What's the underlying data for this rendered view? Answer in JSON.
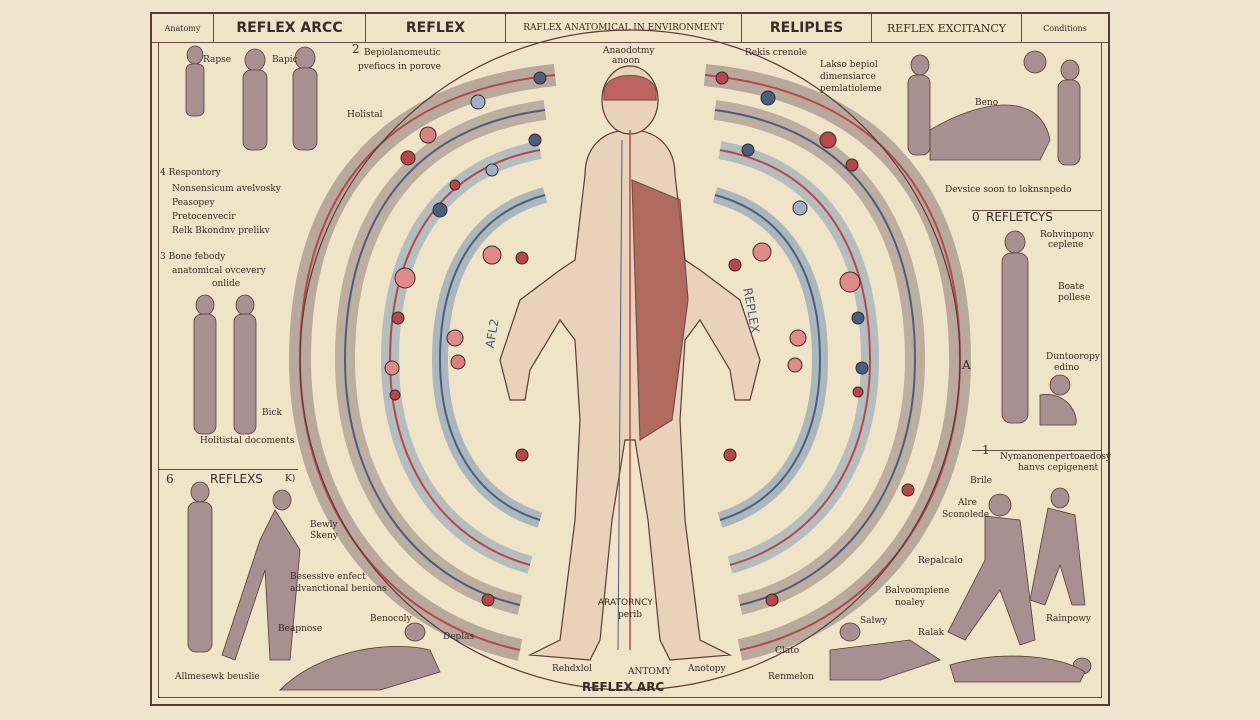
{
  "header": {
    "cell_1": "Anatomy",
    "cell_2": "REFLEX ARCC",
    "cell_3": "REFLEX",
    "cell_4": "RAFLEX ANATOMICAL IN ENVIRONMENT",
    "cell_5": "RELIPLES",
    "cell_6": "REFLEX EXCITANCY",
    "cell_7": "Conditions"
  },
  "left_panel": {
    "fig1_label_a": "Rapse",
    "fig1_label_b": "Bapic",
    "fig1_caption": "Holistal",
    "list_title": "4 Respontory",
    "list_items": [
      "Nonsensicum avelvosky",
      "Peasopey",
      "Pretocenvecir",
      "Relk Bkondnv prelikv"
    ],
    "section3_title": "3 Bone febody",
    "section3_sub": "anatomical ovcevery",
    "section3_sub2": "onlide",
    "fig2_caption": "Holitistal docoments",
    "fig2_tag": "Bick",
    "section6_num": "6",
    "section6_title": "REFLEXS",
    "section6_tag": "K)",
    "fig3_label_a": "Bewly",
    "fig3_label_b": "Skeny",
    "fig3_note_1": "Besessive enfect",
    "fig3_note_2": "advanctional benions",
    "fig3_label_c": "Beapnose",
    "fig3_label_d": "Benocoly",
    "fig3_label_e": "Deplas",
    "fig3_caption": "Allmesewk beuslie"
  },
  "center": {
    "note_top_left_num": "2",
    "note_top_left": "Bepiolanomeutic",
    "note_top_left_2": "pvefiocs in porove",
    "brain_label": "Anaodotmy",
    "brain_label_2": "anoon",
    "right_top_label": "Rekis crenole",
    "arc_left_text": "AFL2",
    "arc_right_text": "REPLEX",
    "anatomy_label": "ARATORNCY",
    "anatomy_label_2": "perib",
    "bottom_label_a": "Rehdxlol",
    "bottom_label_b": "ANTOMY",
    "bottom_label_c": "Anotopy",
    "footer_title": "REFLEX ARC"
  },
  "right_panel": {
    "fig1_note_1": "Lakso bepiol",
    "fig1_note_2": "dimensiarce",
    "fig1_note_3": "pemlatioleme",
    "fig1_tag": "Beno",
    "fig1_caption": "Devsice soon to loknsnpedo",
    "section_num": "0",
    "section_title": "REFLETCYS",
    "fig2_note_1": "Rohvinpony",
    "fig2_note_2": "ceplene",
    "fig2_label_a": "Boate",
    "fig2_label_b": "pollese",
    "fig2_label_c": "Duntooropy",
    "fig2_label_d": "edino",
    "fig2_tag": "A",
    "section1_num": "1",
    "section1_title": "Nymanonenpertoaedosy",
    "section1_sub": "hanvs cepigenent",
    "fig3_label_a": "Brile",
    "fig3_label_b": "Alre",
    "fig3_label_c": "Sconolede",
    "fig3_label_d": "Repalcalo",
    "fig3_label_e": "Balvoompiene",
    "fig3_label_f": "noaley",
    "fig3_label_g": "Salwy",
    "fig3_label_h": "Rainpowy",
    "fig3_label_i": "Ralak",
    "fig3_label_j": "Clato",
    "fig3_caption": "Renmelon"
  },
  "colors": {
    "nerve_red": "#b4484a",
    "nerve_blue": "#4a5e80",
    "arc_fill": "#b7b2ad",
    "arc_blue_fill": "#8fa4b8",
    "skin": "#e8d2bc",
    "muscle": "#a8584e",
    "ink": "#3a2a2a",
    "figure_gray": "#a89090"
  }
}
